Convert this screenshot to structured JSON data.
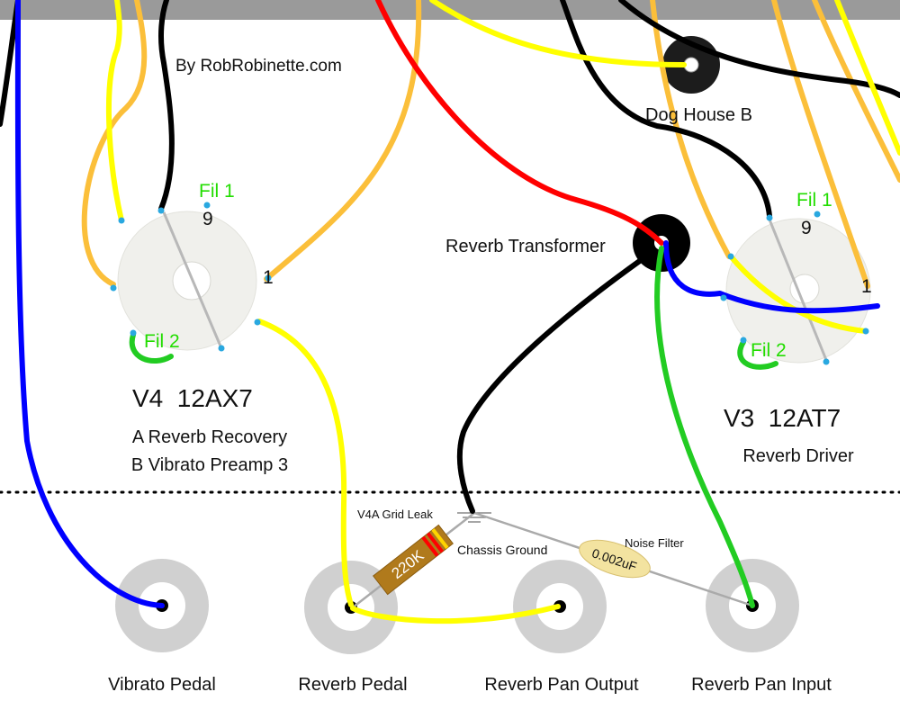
{
  "credit": "By RobRobinette.com",
  "tubes": {
    "v4": {
      "name": "V4  12AX7",
      "line1": "A Reverb Recovery",
      "line2": "B Vibrato Preamp 3",
      "fil1": "Fil 1",
      "fil2": "Fil 2",
      "pin9": "9",
      "pin1": "1"
    },
    "v3": {
      "name": "V3  12AT7",
      "line1": "Reverb Driver",
      "fil1": "Fil 1",
      "fil2": "Fil 2",
      "pin9": "9",
      "pin1": "1"
    }
  },
  "dog_house": "Dog House B",
  "reverb_transformer": "Reverb Transformer",
  "resistor": {
    "value": "220K",
    "label": "V4A Grid Leak"
  },
  "capacitor": {
    "value": "0.002uF",
    "label": "Noise Filter"
  },
  "chassis_ground": "Chassis Ground",
  "jacks": [
    "Vibrato Pedal",
    "Reverb Pedal",
    "Reverb Pan Output",
    "Reverb Pan Input"
  ],
  "colors": {
    "wire_black": "#000000",
    "wire_yellow": "#ffff00",
    "wire_orange": "#fbbf3a",
    "wire_red": "#ff0000",
    "wire_blue": "#0000ff",
    "wire_green": "#22cc22",
    "filament_label": "#22dd00",
    "tube_socket": "#f0f0ec",
    "jack": "#d0d0d0",
    "resistor_body": "#b07a1c",
    "capacitor_body": "#f3e3a0",
    "chassis_top": "#9a9a9a"
  }
}
